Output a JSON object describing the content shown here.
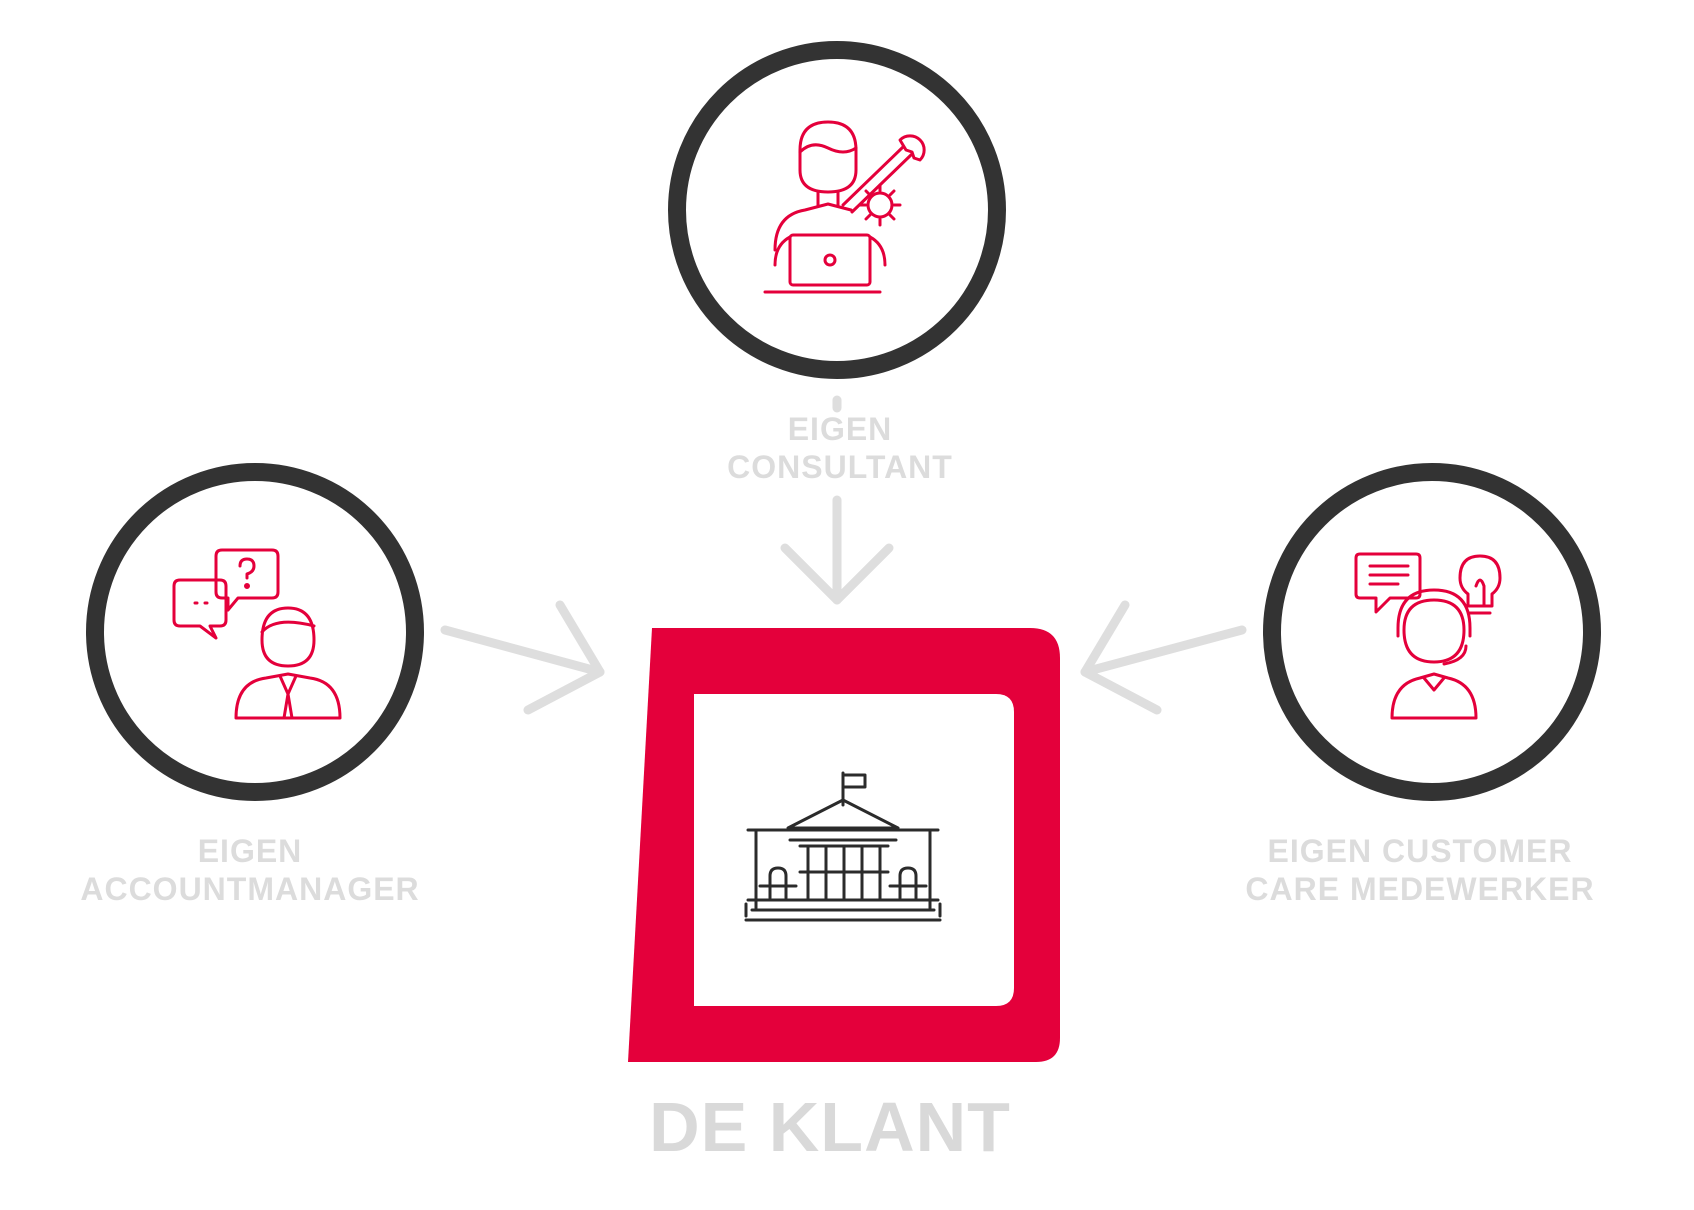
{
  "nodes": {
    "consultant": {
      "line1": "EIGEN",
      "line2": "CONSULTANT",
      "icon": "consultant-wrench-laptop-icon"
    },
    "accountmanager": {
      "line1": "EIGEN",
      "line2": "ACCOUNTMANAGER",
      "icon": "accountmanager-speech-bubbles-icon"
    },
    "customer_care": {
      "line1": "EIGEN CUSTOMER",
      "line2": "CARE MEDEWERKER",
      "icon": "customer-care-headset-icon"
    },
    "klant": {
      "label": "DE KLANT",
      "icon": "government-building-icon"
    }
  },
  "colors": {
    "accent": "#e4003b",
    "circle_stroke": "#333333",
    "arrow": "#dedede",
    "label": "#dcdcdc",
    "building_stroke": "#2b2b2b"
  }
}
